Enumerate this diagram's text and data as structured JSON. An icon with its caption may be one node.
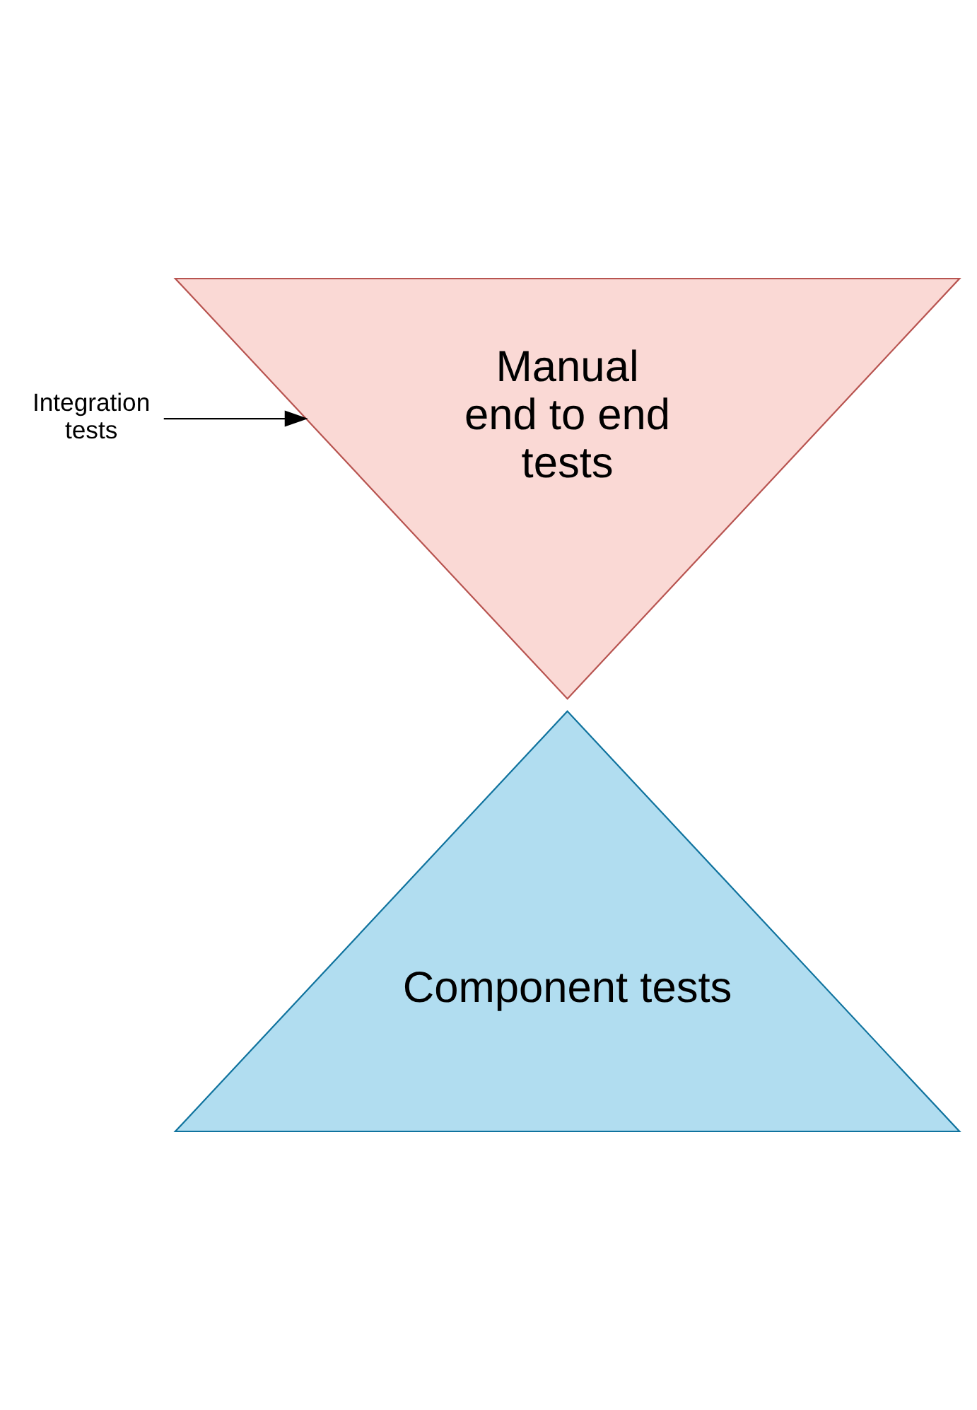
{
  "diagram": {
    "nodes": [
      {
        "text": [
          "Manual end to end tests"
        ]
      },
      {
        "text": [
          "Component tests"
        ]
      },
      {
        "text": [
          "Integration tests"
        ]
      }
    ],
    "edges": [
      {
        "from": 2,
        "to": 0,
        "arrow": "to"
      }
    ]
  }
}
